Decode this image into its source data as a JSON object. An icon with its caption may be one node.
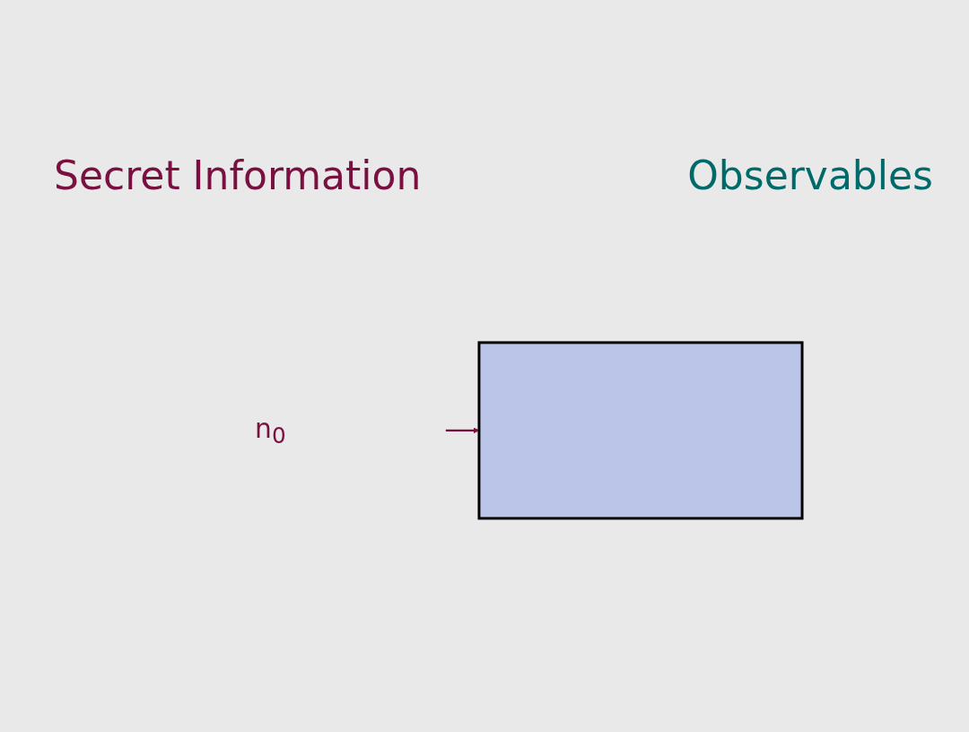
{
  "diagram": {
    "nodes": [
      {
        "text": [
          "n$_{0}$"
        ]
      },
      {
        "text": [],
        "shape": "box"
      }
    ],
    "edges": [
      {
        "from": 0,
        "to": 1,
        "arrow": "to",
        "color": "#7a1040"
      }
    ],
    "labels": [
      "Secret Information",
      "Observables"
    ]
  }
}
